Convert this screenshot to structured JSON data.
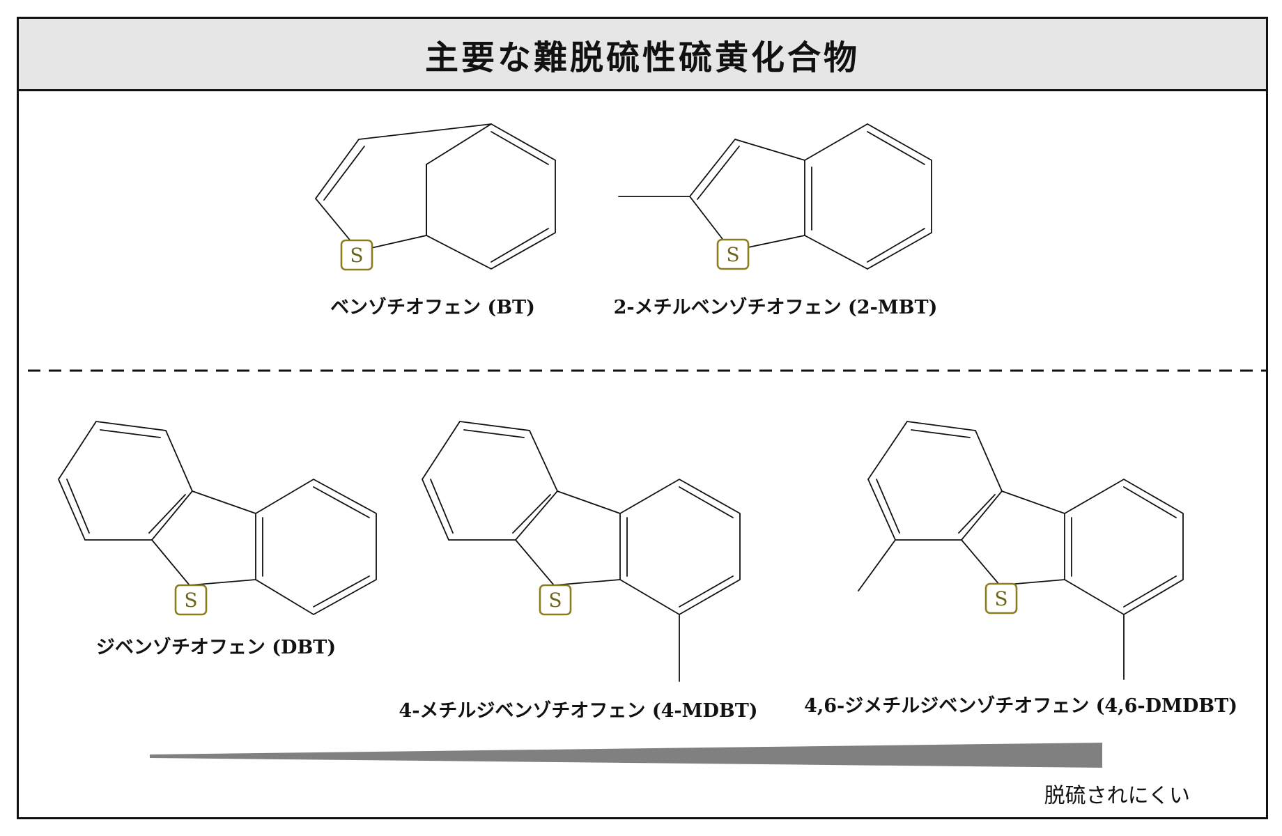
{
  "title": "主要な難脱硫性硫黄化合物",
  "heteroatom": "S",
  "compounds": [
    {
      "id": "BT",
      "name": "ベンゾチオフェン (BT)"
    },
    {
      "id": "2-MBT",
      "name": "2-メチルベンゾチオフェン (2-MBT)"
    },
    {
      "id": "DBT",
      "name": "ジベンゾチオフェン (DBT)"
    },
    {
      "id": "4-MDBT",
      "name": "4-メチルジベンゾチオフェン (4-MDBT)"
    },
    {
      "id": "4,6-DMDBT",
      "name": "4,6-ジメチルジベンゾチオフェン (4,6-DMDBT)"
    }
  ],
  "gradient_label": "脱硫されにくい",
  "colors": {
    "sulfur": "#8a7d1e",
    "gradient": "#808080"
  }
}
